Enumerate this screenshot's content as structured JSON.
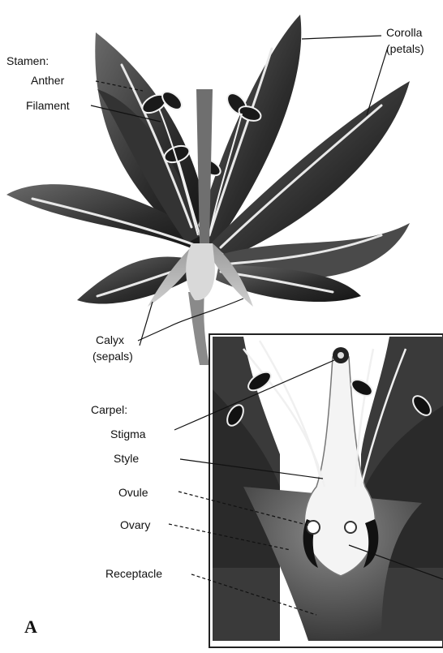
{
  "labels": {
    "stamen": "Stamen:",
    "anther": "Anther",
    "filament": "Filament",
    "corolla": "Corolla",
    "petals": "(petals)",
    "calyx": "Calyx",
    "sepals": "(sepals)",
    "carpel": "Carpel:",
    "stigma": "Stigma",
    "style": "Style",
    "ovule": "Ovule",
    "ovary": "Ovary",
    "receptacle": "Receptacle",
    "figure_letter": "A"
  }
}
